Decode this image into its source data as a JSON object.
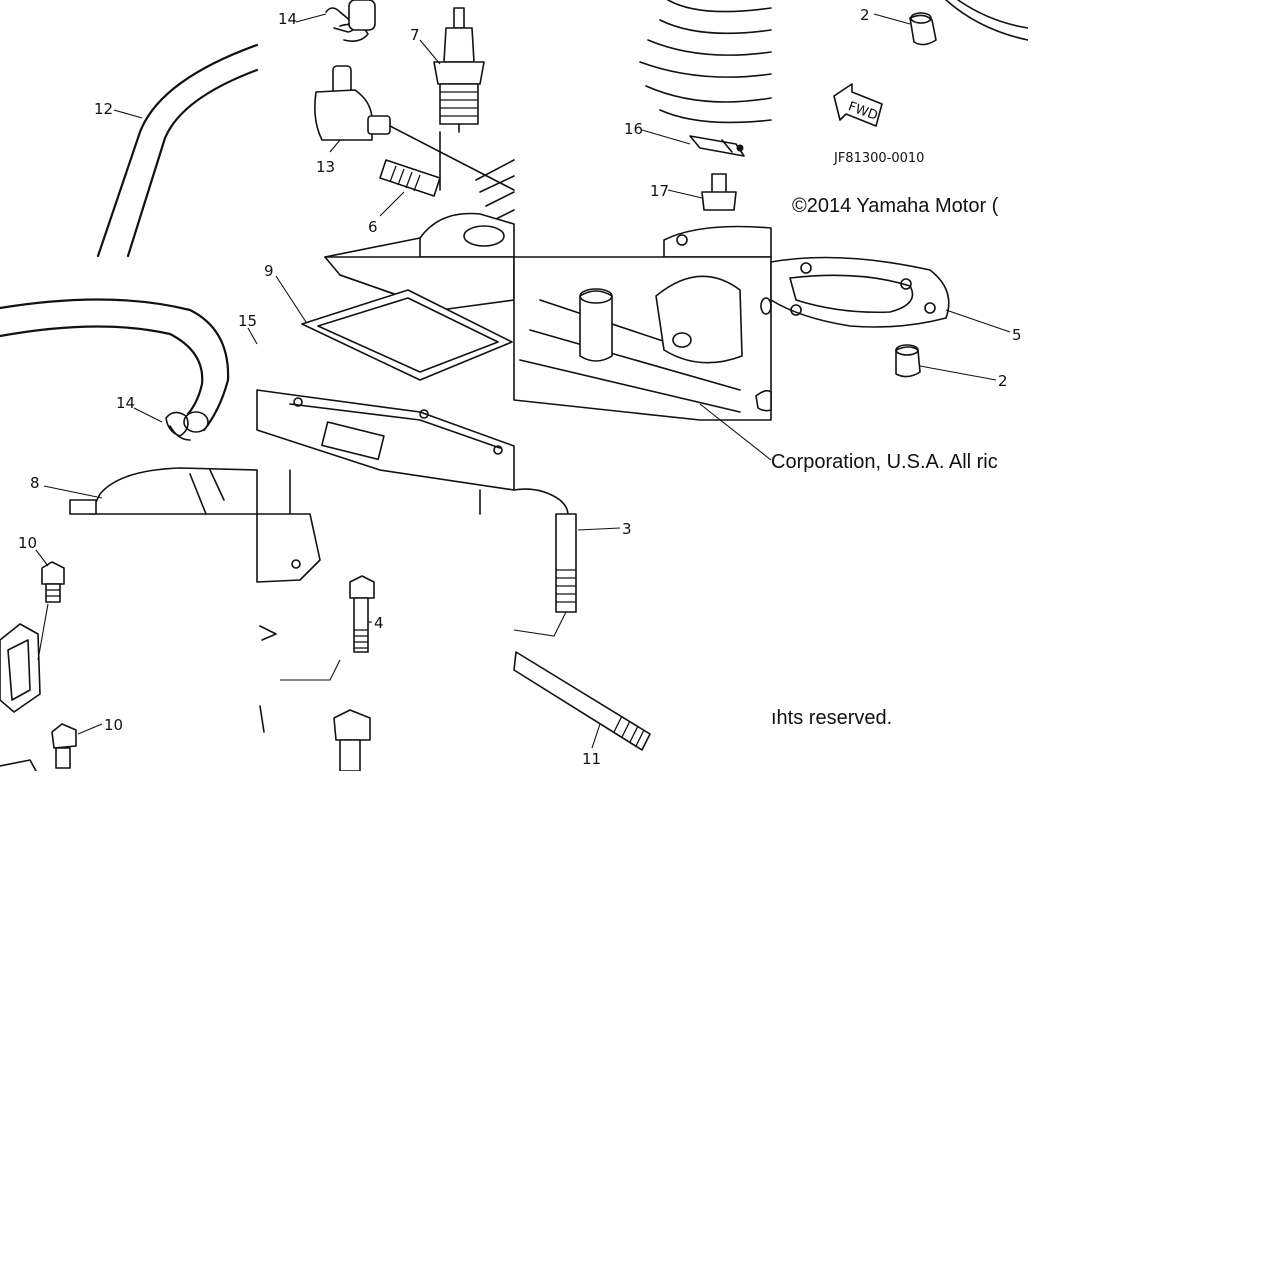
{
  "callouts": [
    {
      "id": "c1",
      "label": "14"
    },
    {
      "id": "c2",
      "label": "7"
    },
    {
      "id": "c3",
      "label": "12"
    },
    {
      "id": "c4",
      "label": "13"
    },
    {
      "id": "c5",
      "label": "6"
    },
    {
      "id": "c6",
      "label": "9"
    },
    {
      "id": "c7",
      "label": "15"
    },
    {
      "id": "c8",
      "label": "14"
    },
    {
      "id": "c9",
      "label": "8"
    },
    {
      "id": "c10",
      "label": "10"
    },
    {
      "id": "c11",
      "label": "10"
    },
    {
      "id": "c12",
      "label": "4"
    },
    {
      "id": "c13",
      "label": "3"
    },
    {
      "id": "c14",
      "label": "11"
    },
    {
      "id": "c15",
      "label": "16"
    },
    {
      "id": "c16",
      "label": "17"
    },
    {
      "id": "c17",
      "label": "2"
    },
    {
      "id": "c18",
      "label": "5"
    },
    {
      "id": "c19",
      "label": "2"
    }
  ],
  "fwd_label": "FWD",
  "drawing_code": "JF81300-0010",
  "watermark": {
    "part1": "©2014 Yamaha Motor (",
    "part2": "Corporation, U.S.A. All ric",
    "part3": "ıhts reserved."
  }
}
